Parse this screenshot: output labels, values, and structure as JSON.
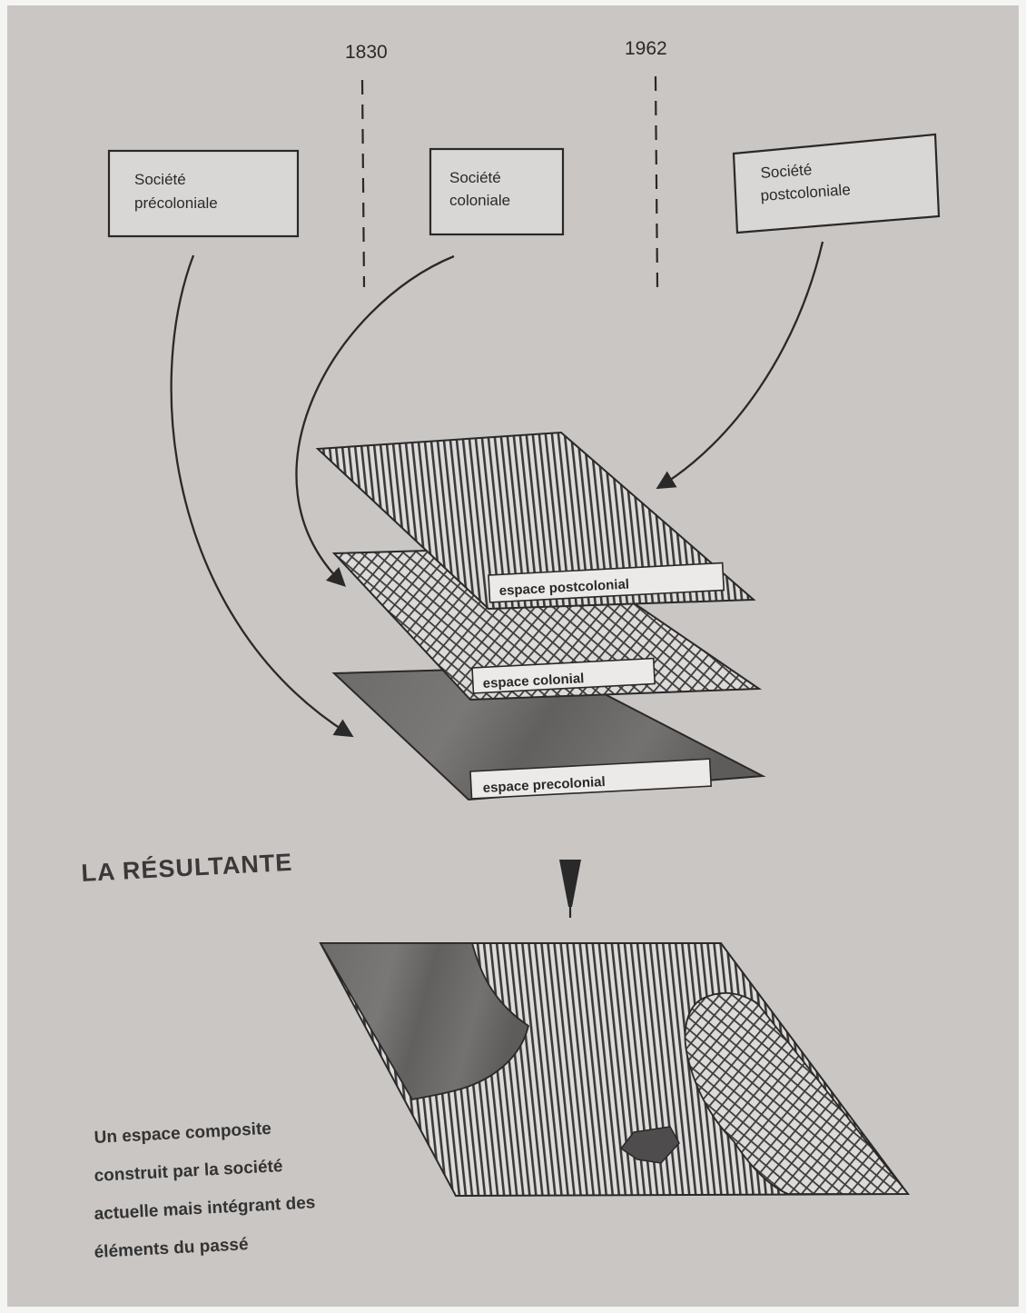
{
  "timeline": {
    "years": [
      "1830",
      "1962"
    ]
  },
  "societies": [
    {
      "line1": "Société",
      "line2": "précoloniale"
    },
    {
      "line1": "Société",
      "line2": "coloniale"
    },
    {
      "line1": "Société",
      "line2": "postcoloniale"
    }
  ],
  "layers": {
    "postcolonial": "espace postcolonial",
    "colonial": "espace colonial",
    "precolonial": "espace precolonial"
  },
  "result": {
    "title": "LA RÉSULTANTE",
    "caption": [
      "Un espace composite",
      "construit par la société",
      "actuelle mais intégrant des",
      "éléments du passé"
    ]
  },
  "colors": {
    "paper": "#c9c6c4",
    "ink": "#2a2929",
    "box_fill": "#d9d7d5",
    "precolonial_fill": "#6a6767"
  }
}
